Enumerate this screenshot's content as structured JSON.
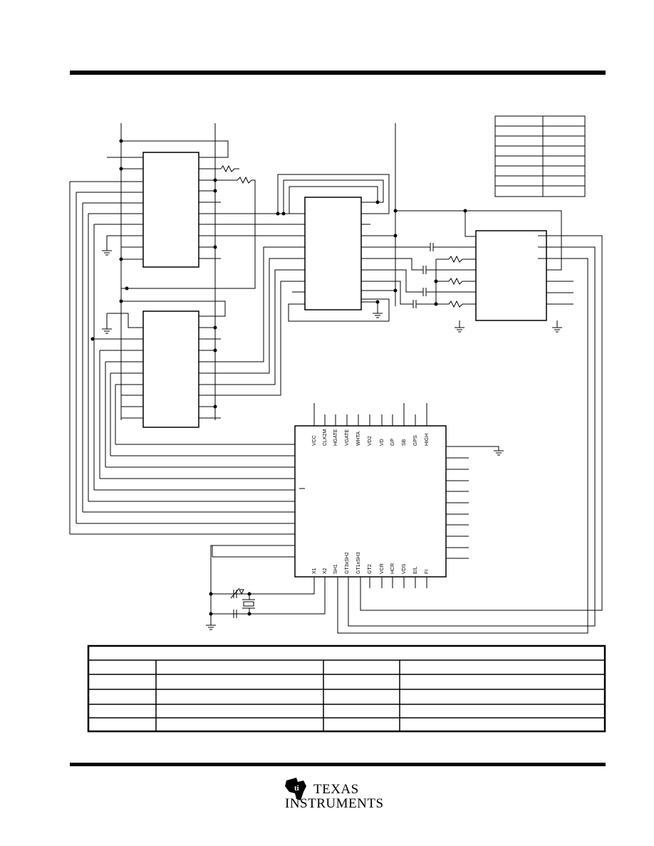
{
  "ic_pins": {
    "top": [
      "VCC",
      "CLK2M",
      "HGATE",
      "VGATE",
      "WHTA",
      "VD2",
      "VD",
      "GP",
      "SB",
      "GPS",
      "HIGH"
    ],
    "bottom": [
      "X1",
      "X2",
      "SH1",
      "GT3xSH2",
      "GT1xSH3",
      "GT2",
      "VCR",
      "HCR",
      "VDS",
      "E/L",
      "FI"
    ]
  },
  "logo": {
    "line1": "TEXAS",
    "line2": "INSTRUMENTS"
  },
  "colors": {
    "ink": "#000000",
    "background": "#ffffff"
  },
  "icons": [
    "ti-logo-icon"
  ]
}
